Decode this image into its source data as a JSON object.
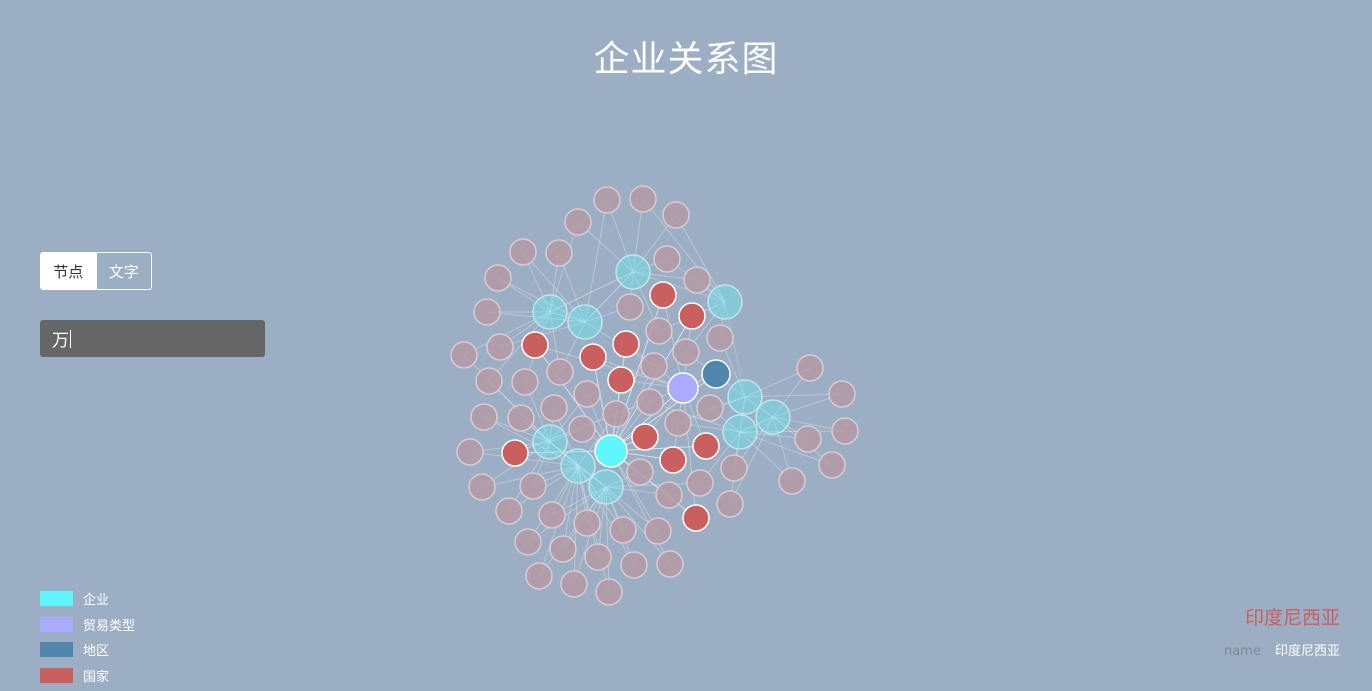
{
  "page": {
    "title": "企业关系图"
  },
  "toggle": {
    "node_label": "节点",
    "text_label": "文字",
    "active": "node"
  },
  "search": {
    "value": "万"
  },
  "legend": [
    {
      "label": "企业",
      "color": "#5ff6ff"
    },
    {
      "label": "贸易类型",
      "color": "#aaaaff"
    },
    {
      "label": "地区",
      "color": "#4e86ac"
    },
    {
      "label": "国家",
      "color": "#c9605f"
    }
  ],
  "selected": {
    "title": "印度尼西亚",
    "field_name": "name",
    "field_value": "印度尼西亚"
  },
  "colors": {
    "background": "#9caec3",
    "faded_node": "#b59aa5",
    "edge": "#dfe6ef"
  }
}
